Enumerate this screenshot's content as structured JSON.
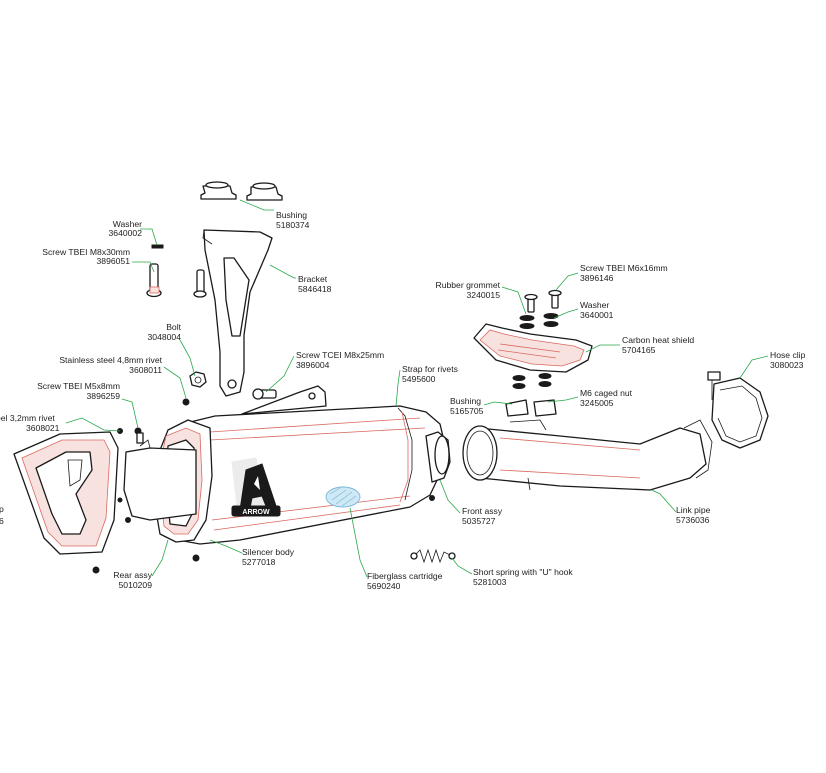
{
  "logo": {
    "text": "ARROW"
  },
  "colors": {
    "leader": "#2aa84a",
    "part_outline": "#1a1a1a",
    "part_shading": "#d9695f",
    "fiberglass": "#7ab8d9"
  },
  "parts": {
    "washer_1": {
      "name": "Washer",
      "code": "3640002"
    },
    "screw_m8": {
      "name": "Screw TBEI M8x30mm",
      "code": "3896051"
    },
    "bushing_1": {
      "name": "Bushing",
      "code": "5180374"
    },
    "bracket": {
      "name": "Bracket",
      "code": "5846418"
    },
    "bolt": {
      "name": "Bolt",
      "code": "3048004"
    },
    "rivet_48": {
      "name": "Stainless steel 4,8mm rivet",
      "code": "3608011"
    },
    "screw_tcei": {
      "name": "Screw TCEI M8x25mm",
      "code": "3896004"
    },
    "strap": {
      "name": "Strap for rivets",
      "code": "5495600"
    },
    "screw_m5": {
      "name": "Screw TBEI M5x8mm",
      "code": "3896259"
    },
    "rivet_32": {
      "name": "eel 3,2mm rivet",
      "code": "3608021"
    },
    "end_cap": {
      "name": "p",
      "code": "6"
    },
    "rubber_grommet": {
      "name": "Rubber grommet",
      "code": "3240015"
    },
    "screw_m6": {
      "name": "Screw TBEI M6x16mm",
      "code": "3896146"
    },
    "washer_2": {
      "name": "Washer",
      "code": "3640001"
    },
    "carbon_shield": {
      "name": "Carbon heat shield",
      "code": "5704165"
    },
    "hose_clip": {
      "name": "Hose clip",
      "code": "3080023"
    },
    "bushing_2": {
      "name": "Bushing",
      "code": "5165705"
    },
    "caged_nut": {
      "name": "M6 caged nut",
      "code": "3245005"
    },
    "front_assy": {
      "name": "Front assy",
      "code": "5035727"
    },
    "link_pipe": {
      "name": "Link pipe",
      "code": "5736036"
    },
    "rear_assy": {
      "name": "Rear assy",
      "code": "5010209"
    },
    "silencer_body": {
      "name": "Silencer body",
      "code": "5277018"
    },
    "fiberglass": {
      "name": "Fiberglass cartridge",
      "code": "5690240"
    },
    "spring": {
      "name": "Short spring with \"U\" hook",
      "code": "5281003"
    }
  }
}
